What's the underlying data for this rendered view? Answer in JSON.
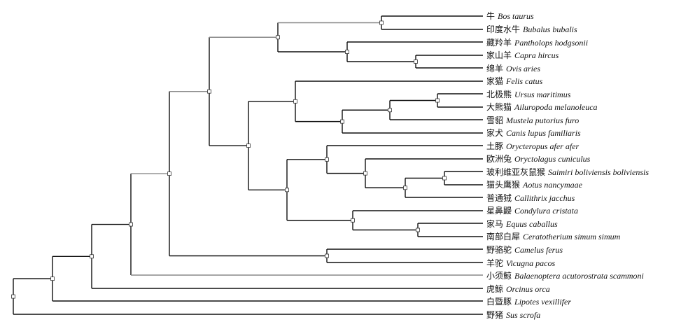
{
  "tree": {
    "leaves": [
      {
        "cn": "牛",
        "sp": "Bos taurus"
      },
      {
        "cn": "印度水牛",
        "sp": "Bubalus bubalis"
      },
      {
        "cn": "藏羚羊",
        "sp": "Pantholops hodgsonii"
      },
      {
        "cn": "家山羊",
        "sp": "Capra hircus"
      },
      {
        "cn": "绵羊",
        "sp": "Ovis aries"
      },
      {
        "cn": "家猫",
        "sp": "Felis catus"
      },
      {
        "cn": "北极熊",
        "sp": "Ursus maritimus"
      },
      {
        "cn": "大熊猫",
        "sp": "Ailuropoda melanoleuca"
      },
      {
        "cn": "雪貂",
        "sp": "Mustela putorius furo"
      },
      {
        "cn": "家犬",
        "sp": "Canis lupus familiaris"
      },
      {
        "cn": "土豚",
        "sp": "Orycteropus afer afer"
      },
      {
        "cn": "欧洲兔",
        "sp": "Oryctolagus cuniculus"
      },
      {
        "cn": "玻利维亚灰鼠猴",
        "sp": "Saimiri boliviensis boliviensis"
      },
      {
        "cn": "猫头鹰猴",
        "sp": "Aotus nancymaae"
      },
      {
        "cn": "普通狨",
        "sp": "Callithrix jacchus"
      },
      {
        "cn": "星鼻鼹",
        "sp": "Condylura cristata"
      },
      {
        "cn": "家马",
        "sp": "Equus caballus"
      },
      {
        "cn": "南部白犀",
        "sp": "Ceratotherium simum simum"
      },
      {
        "cn": "野骆驼",
        "sp": "Camelus ferus"
      },
      {
        "cn": "羊驼",
        "sp": "Vicugna pacos"
      },
      {
        "cn": "小须鲸",
        "sp": "Balaenoptera acutorostrata scammoni"
      },
      {
        "cn": "虎鲸",
        "sp": "Orcinus orca"
      },
      {
        "cn": "白暨豚",
        "sp": "Lipotes vexillifer"
      },
      {
        "cn": "野猪",
        "sp": "Sus scrofa"
      }
    ]
  }
}
